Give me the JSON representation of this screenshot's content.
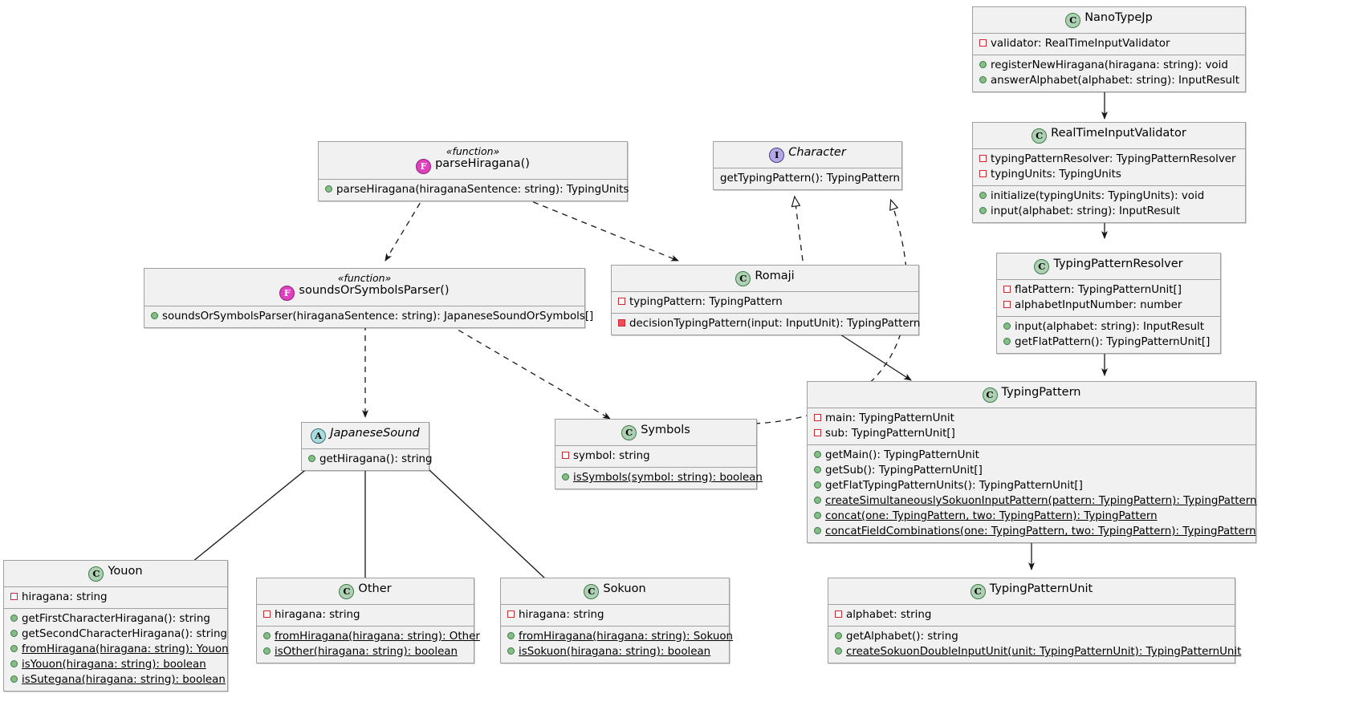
{
  "diagram": {
    "kind": "uml-class-diagram",
    "title": "NanoTypeJp class diagram",
    "colors": {
      "node_fill": "#F1F1F1",
      "node_border": "#A0A0A0",
      "class_icon": "#ADD1B2",
      "interface_icon": "#B4A7E5",
      "abstract_icon": "#A9DCDF",
      "function_icon": "#E040C0",
      "public_marker": "#84BE84",
      "private_marker": "#F24D5C",
      "edge": "#181818"
    }
  },
  "nodes": {
    "nanotypejp": {
      "name": "NanoTypeJp",
      "icon": "class-icon",
      "icon_letter": "C",
      "stereotype": "",
      "fields": [
        {
          "visibility": "private",
          "text": "validator: RealTimeInputValidator",
          "static": false
        }
      ],
      "methods": [
        {
          "visibility": "public",
          "text": "registerNewHiragana(hiragana: string): void",
          "static": false
        },
        {
          "visibility": "public",
          "text": "answerAlphabet(alphabet: string): InputResult",
          "static": false
        }
      ]
    },
    "realtimeinputvalidator": {
      "name": "RealTimeInputValidator",
      "icon": "class-icon",
      "icon_letter": "C",
      "stereotype": "",
      "fields": [
        {
          "visibility": "private",
          "text": "typingPatternResolver: TypingPatternResolver",
          "static": false
        },
        {
          "visibility": "private",
          "text": "typingUnits: TypingUnits",
          "static": false
        }
      ],
      "methods": [
        {
          "visibility": "public",
          "text": "initialize(typingUnits: TypingUnits): void",
          "static": false
        },
        {
          "visibility": "public",
          "text": "input(alphabet: string): InputResult",
          "static": false
        }
      ]
    },
    "typingpatternresolver": {
      "name": "TypingPatternResolver",
      "icon": "class-icon",
      "icon_letter": "C",
      "stereotype": "",
      "fields": [
        {
          "visibility": "private",
          "text": "flatPattern: TypingPatternUnit[]",
          "static": false
        },
        {
          "visibility": "private",
          "text": "alphabetInputNumber: number",
          "static": false
        }
      ],
      "methods": [
        {
          "visibility": "public",
          "text": "input(alphabet: string): InputResult",
          "static": false
        },
        {
          "visibility": "public",
          "text": "getFlatPattern(): TypingPatternUnit[]",
          "static": false
        }
      ]
    },
    "typingpattern": {
      "name": "TypingPattern",
      "icon": "class-icon",
      "icon_letter": "C",
      "stereotype": "",
      "fields": [
        {
          "visibility": "private",
          "text": "main: TypingPatternUnit",
          "static": false
        },
        {
          "visibility": "private",
          "text": "sub: TypingPatternUnit[]",
          "static": false
        }
      ],
      "methods": [
        {
          "visibility": "public",
          "text": "getMain(): TypingPatternUnit",
          "static": false
        },
        {
          "visibility": "public",
          "text": "getSub(): TypingPatternUnit[]",
          "static": false
        },
        {
          "visibility": "public",
          "text": "getFlatTypingPatternUnits(): TypingPatternUnit[]",
          "static": false
        },
        {
          "visibility": "public",
          "text": "createSimultaneouslySokuonInputPattern(pattern: TypingPattern): TypingPattern",
          "static": true
        },
        {
          "visibility": "public",
          "text": "concat(one: TypingPattern, two: TypingPattern): TypingPattern",
          "static": true
        },
        {
          "visibility": "public",
          "text": "concatFieldCombinations(one: TypingPattern, two: TypingPattern): TypingPattern",
          "static": true
        }
      ]
    },
    "typingpatternunit": {
      "name": "TypingPatternUnit",
      "icon": "class-icon",
      "icon_letter": "C",
      "stereotype": "",
      "fields": [
        {
          "visibility": "private",
          "text": "alphabet: string",
          "static": false
        }
      ],
      "methods": [
        {
          "visibility": "public",
          "text": "getAlphabet(): string",
          "static": false
        },
        {
          "visibility": "public",
          "text": "createSokuonDoubleInputUnit(unit: TypingPatternUnit): TypingPatternUnit",
          "static": true
        }
      ]
    },
    "parsehiragana": {
      "name": "parseHiragana()",
      "icon": "function-icon",
      "icon_letter": "F",
      "stereotype": "«function»",
      "fields": [],
      "methods": [
        {
          "visibility": "public",
          "text": "parseHiragana(hiraganaSentence: string): TypingUnits",
          "static": false
        }
      ]
    },
    "soundsorsymbolsparser": {
      "name": "soundsOrSymbolsParser()",
      "icon": "function-icon",
      "icon_letter": "F",
      "stereotype": "«function»",
      "fields": [],
      "methods": [
        {
          "visibility": "public",
          "text": "soundsOrSymbolsParser(hiraganaSentence: string): JapaneseSoundOrSymbols[]",
          "static": false
        }
      ]
    },
    "character": {
      "name": "Character",
      "icon": "interface-icon",
      "icon_letter": "I",
      "stereotype": "",
      "italic_name": true,
      "fields": [],
      "methods": [
        {
          "visibility": "none",
          "text": "getTypingPattern(): TypingPattern",
          "static": false
        }
      ]
    },
    "romaji": {
      "name": "Romaji",
      "icon": "class-icon",
      "icon_letter": "C",
      "stereotype": "",
      "fields": [
        {
          "visibility": "private",
          "text": "typingPattern: TypingPattern",
          "static": false
        }
      ],
      "methods": [
        {
          "visibility": "private-method",
          "text": "decisionTypingPattern(input: InputUnit): TypingPattern",
          "static": false
        }
      ]
    },
    "japanesesound": {
      "name": "JapaneseSound",
      "icon": "abstract-icon",
      "icon_letter": "A",
      "stereotype": "",
      "italic_name": true,
      "fields": [],
      "methods": [
        {
          "visibility": "public",
          "text": "getHiragana(): string",
          "static": false
        }
      ]
    },
    "symbols": {
      "name": "Symbols",
      "icon": "class-icon",
      "icon_letter": "C",
      "stereotype": "",
      "fields": [
        {
          "visibility": "private",
          "text": "symbol: string",
          "static": false
        }
      ],
      "methods": [
        {
          "visibility": "public",
          "text": "isSymbols(symbol: string): boolean",
          "static": true
        }
      ]
    },
    "youon": {
      "name": "Youon",
      "icon": "class-icon",
      "icon_letter": "C",
      "stereotype": "",
      "fields": [
        {
          "visibility": "private",
          "text": "hiragana: string",
          "static": false
        }
      ],
      "methods": [
        {
          "visibility": "public",
          "text": "getFirstCharacterHiragana(): string",
          "static": false
        },
        {
          "visibility": "public",
          "text": "getSecondCharacterHiragana(): string",
          "static": false
        },
        {
          "visibility": "public",
          "text": "fromHiragana(hiragana: string): Youon",
          "static": true
        },
        {
          "visibility": "public",
          "text": "isYouon(hiragana: string): boolean",
          "static": true
        },
        {
          "visibility": "public",
          "text": "isSutegana(hiragana: string): boolean",
          "static": true
        }
      ]
    },
    "other": {
      "name": "Other",
      "icon": "class-icon",
      "icon_letter": "C",
      "stereotype": "",
      "fields": [
        {
          "visibility": "private",
          "text": "hiragana: string",
          "static": false
        }
      ],
      "methods": [
        {
          "visibility": "public",
          "text": "fromHiragana(hiragana: string): Other",
          "static": true
        },
        {
          "visibility": "public",
          "text": "isOther(hiragana: string): boolean",
          "static": true
        }
      ]
    },
    "sokuon": {
      "name": "Sokuon",
      "icon": "class-icon",
      "icon_letter": "C",
      "stereotype": "",
      "fields": [
        {
          "visibility": "private",
          "text": "hiragana: string",
          "static": false
        }
      ],
      "methods": [
        {
          "visibility": "public",
          "text": "fromHiragana(hiragana: string): Sokuon",
          "static": true
        },
        {
          "visibility": "public",
          "text": "isSokuon(hiragana: string): boolean",
          "static": true
        }
      ]
    }
  },
  "edges": [
    {
      "from": "nanotypejp",
      "to": "realtimeinputvalidator",
      "style": "solid",
      "arrow": "open"
    },
    {
      "from": "realtimeinputvalidator",
      "to": "typingpatternresolver",
      "style": "solid",
      "arrow": "open"
    },
    {
      "from": "typingpatternresolver",
      "to": "typingpattern",
      "style": "solid",
      "arrow": "open"
    },
    {
      "from": "typingpattern",
      "to": "typingpatternunit",
      "style": "solid",
      "arrow": "open"
    },
    {
      "from": "parsehiragana",
      "to": "soundsorsymbolsparser",
      "style": "dashed",
      "arrow": "open"
    },
    {
      "from": "parsehiragana",
      "to": "romaji",
      "style": "dashed",
      "arrow": "open"
    },
    {
      "from": "soundsorsymbolsparser",
      "to": "japanesesound",
      "style": "dashed",
      "arrow": "open"
    },
    {
      "from": "soundsorsymbolsparser",
      "to": "symbols",
      "style": "dashed",
      "arrow": "open"
    },
    {
      "from": "romaji",
      "to": "character",
      "style": "dashed",
      "arrow": "hollow-triangle"
    },
    {
      "from": "symbols",
      "to": "character",
      "style": "dashed",
      "arrow": "hollow-triangle"
    },
    {
      "from": "romaji",
      "to": "typingpattern",
      "style": "solid",
      "arrow": "open"
    },
    {
      "from": "youon",
      "to": "japanesesound",
      "style": "solid",
      "arrow": "hollow-triangle"
    },
    {
      "from": "other",
      "to": "japanesesound",
      "style": "solid",
      "arrow": "hollow-triangle"
    },
    {
      "from": "sokuon",
      "to": "japanesesound",
      "style": "solid",
      "arrow": "hollow-triangle"
    }
  ]
}
